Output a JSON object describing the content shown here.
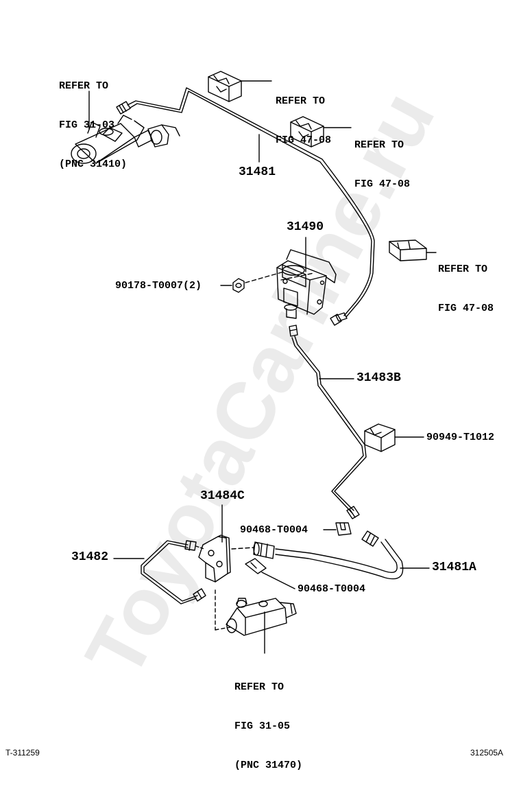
{
  "watermark": "ToyotaCarline.ru",
  "refer_master_cylinder": [
    "REFER TO",
    "FIG 31-03",
    "(PNC 31410)"
  ],
  "refer_clamp_1": [
    "REFER TO",
    "FIG 47-08"
  ],
  "refer_clamp_2": [
    "REFER TO",
    "FIG 47-08"
  ],
  "refer_clamp_3": [
    "REFER TO",
    "FIG 47-08"
  ],
  "refer_release_cylinder": [
    "REFER TO",
    "FIG 31-05",
    "(PNC 31470)"
  ],
  "part_labels": {
    "tube_upper": "31481",
    "damper": "31490",
    "nut": "90178-T0007(2)",
    "tube_mid": "31483B",
    "clamp_clip": "90949-T1012",
    "bracket": "31484C",
    "clip_top": "90468-T0004",
    "tube_lower": "31482",
    "hose": "31481A",
    "clip_bottom": "90468-T0004"
  },
  "footer": {
    "left": "T-311259",
    "right": "312505A"
  }
}
